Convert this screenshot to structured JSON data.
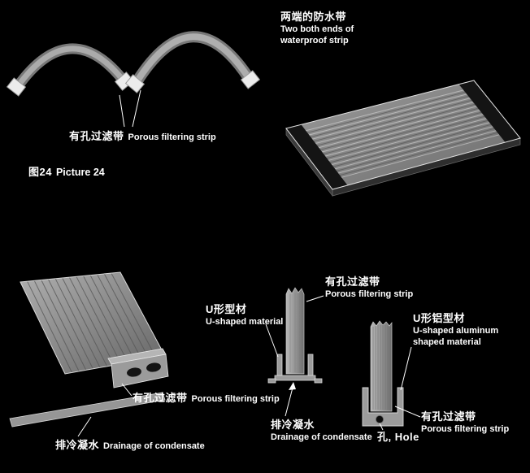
{
  "colors": {
    "background": "#000000",
    "text": "#ffffff",
    "sheet_light": "#b8b8b8",
    "sheet_dark": "#6e6e6e",
    "waterproof_band": "#141414"
  },
  "caption": {
    "cn": "图24",
    "en": "Picture 24"
  },
  "arches": {
    "label_cn": "有孔过滤带",
    "label_en": "Porous filtering strip"
  },
  "panel": {
    "title_cn": "两端的防水带",
    "title_en_line1": "Two both ends of",
    "title_en_line2": "waterproof strip"
  },
  "edge_view": {
    "filter_cn": "有孔过滤带",
    "filter_en": "Porous filtering strip",
    "drain_cn": "排冷凝水",
    "drain_en": "Drainage of condensate"
  },
  "u_section": {
    "u_cn": "U形型材",
    "u_en": "U-shaped material",
    "filter_cn": "有孔过滤带",
    "filter_en": "Porous filtering strip",
    "drain_cn": "排冷凝水",
    "drain_en": "Drainage of condensate"
  },
  "alu_section": {
    "u_cn": "U形铝型材",
    "u_en_line1": "U-shaped aluminum",
    "u_en_line2": "shaped material",
    "hole": "孔, Hole",
    "filter_cn": "有孔过滤带",
    "filter_en": "Porous filtering strip"
  }
}
